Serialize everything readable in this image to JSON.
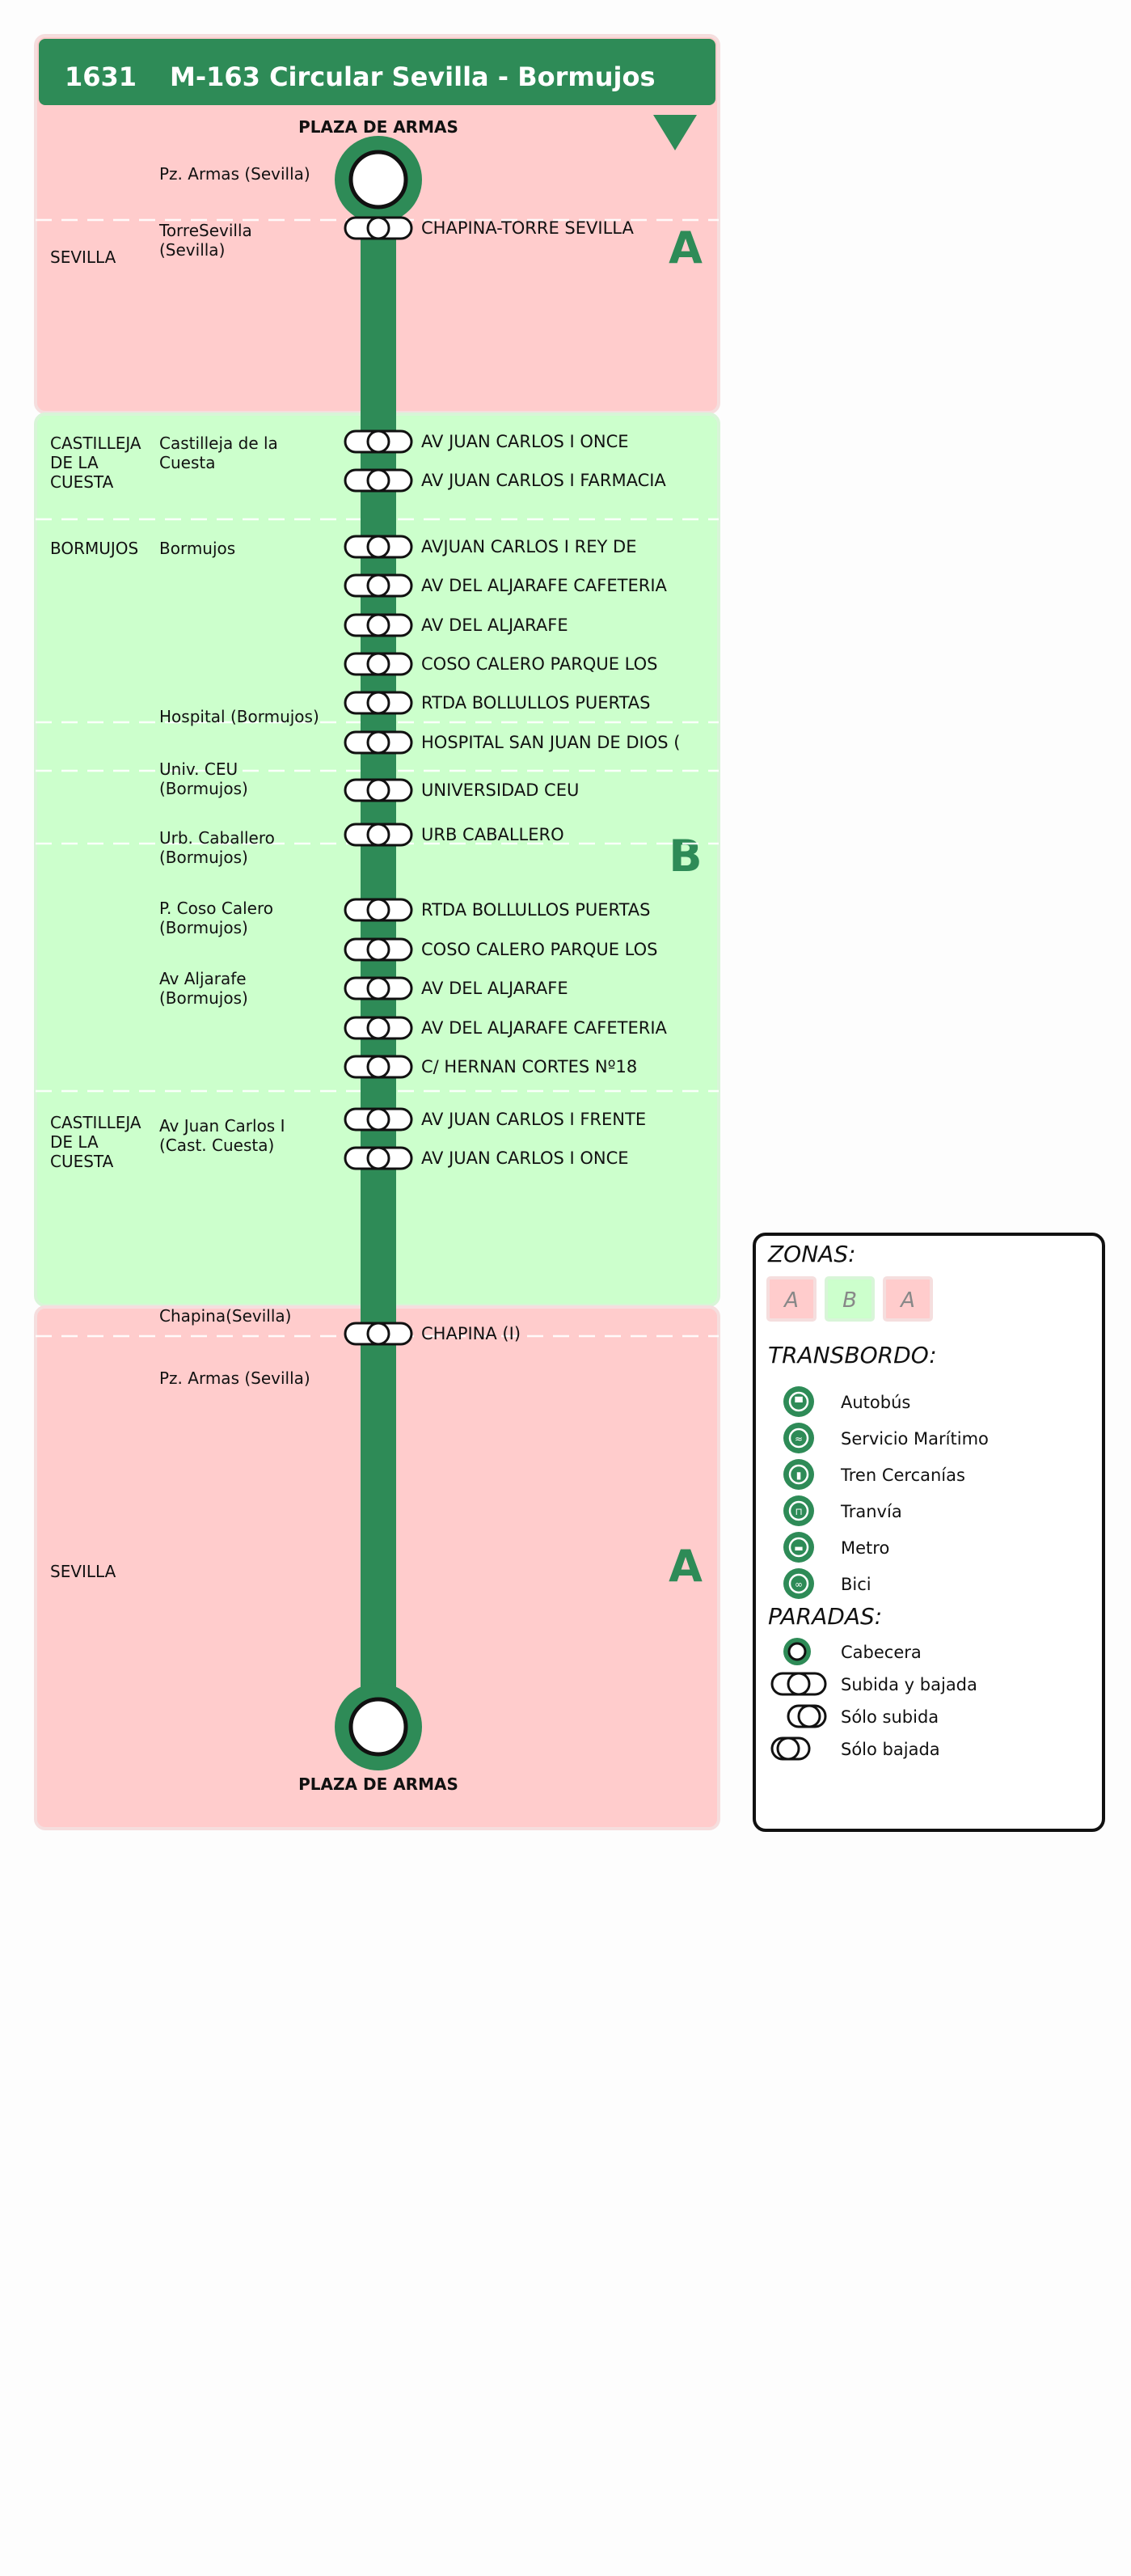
{
  "colors": {
    "brand": "#2e8b57",
    "zone_a": "#ffcccc",
    "zone_a_border": "#f5dede",
    "zone_b": "#ccffcc",
    "zone_b_border": "#d8f5d8",
    "legend_border": "#111111"
  },
  "header": {
    "line_number": "1631",
    "line_name": "M-163 Circular Sevilla - Bormujos"
  },
  "direction_icon": "down-triangle-icon",
  "terminus_top": "PLAZA DE ARMAS",
  "terminus_bottom": "PLAZA DE ARMAS",
  "zones": [
    {
      "label": "A"
    },
    {
      "label": "B"
    },
    {
      "label": "A"
    }
  ],
  "municipalities": [
    {
      "name": "SEVILLA"
    },
    {
      "name": "CASTILLEJA\nDE LA\nCUESTA"
    },
    {
      "name": "BORMUJOS"
    },
    {
      "name": "CASTILLEJA\nDE LA\nCUESTA"
    },
    {
      "name": "SEVILLA"
    }
  ],
  "stop_groups": [
    {
      "name": "Pz. Armas (Sevilla)"
    },
    {
      "name": "TorreSevilla\n(Sevilla)"
    },
    {
      "name": "Castilleja de la\nCuesta"
    },
    {
      "name": "Bormujos"
    },
    {
      "name": "Hospital (Bormujos)"
    },
    {
      "name": "Univ. CEU\n(Bormujos)"
    },
    {
      "name": "Urb. Caballero\n(Bormujos)"
    },
    {
      "name": "P. Coso Calero\n(Bormujos)"
    },
    {
      "name": "Av Aljarafe\n(Bormujos)"
    },
    {
      "name": "Av Juan Carlos I\n(Cast. Cuesta)"
    },
    {
      "name": "Chapina(Sevilla)"
    },
    {
      "name": "Pz. Armas (Sevilla)"
    }
  ],
  "stops": [
    {
      "name": "CHAPINA-TORRE SEVILLA",
      "type": "both"
    },
    {
      "name": "AV JUAN CARLOS I ONCE",
      "type": "both"
    },
    {
      "name": "AV JUAN CARLOS I FARMACIA",
      "type": "both"
    },
    {
      "name": "AVJUAN CARLOS I REY DE",
      "type": "both"
    },
    {
      "name": "AV DEL ALJARAFE CAFETERIA",
      "type": "both"
    },
    {
      "name": "AV DEL ALJARAFE",
      "type": "both"
    },
    {
      "name": "COSO CALERO PARQUE LOS",
      "type": "both"
    },
    {
      "name": "RTDA BOLLULLOS PUERTAS",
      "type": "both"
    },
    {
      "name": "HOSPITAL SAN JUAN DE DIOS (",
      "type": "both"
    },
    {
      "name": "UNIVERSIDAD CEU",
      "type": "both"
    },
    {
      "name": "URB CABALLERO",
      "type": "both"
    },
    {
      "name": "RTDA BOLLULLOS PUERTAS",
      "type": "both"
    },
    {
      "name": "COSO CALERO PARQUE LOS",
      "type": "both"
    },
    {
      "name": "AV DEL ALJARAFE",
      "type": "both"
    },
    {
      "name": "AV DEL ALJARAFE CAFETERIA",
      "type": "both"
    },
    {
      "name": "C/ HERNAN CORTES Nº18",
      "type": "both"
    },
    {
      "name": "AV JUAN CARLOS I FRENTE",
      "type": "both"
    },
    {
      "name": "AV JUAN CARLOS I ONCE",
      "type": "both"
    },
    {
      "name": "CHAPINA (I)",
      "type": "both"
    }
  ],
  "legend": {
    "zones_title": "ZONAS:",
    "zone_chips": [
      {
        "label": "A",
        "zone": "a"
      },
      {
        "label": "B",
        "zone": "b"
      },
      {
        "label": "A",
        "zone": "a"
      }
    ],
    "transfer_title": "TRANSBORDO:",
    "transfers": [
      {
        "label": "Autobús",
        "icon": "bus-icon"
      },
      {
        "label": "Servicio Marítimo",
        "icon": "ferry-icon"
      },
      {
        "label": "Tren Cercanías",
        "icon": "train-icon"
      },
      {
        "label": "Tranvía",
        "icon": "tram-icon"
      },
      {
        "label": "Metro",
        "icon": "metro-icon"
      },
      {
        "label": "Bici",
        "icon": "bike-icon"
      }
    ],
    "stops_title": "PARADAS:",
    "stop_types": [
      {
        "label": "Cabecera",
        "type": "terminus"
      },
      {
        "label": "Subida y bajada",
        "type": "both"
      },
      {
        "label": "Sólo subida",
        "type": "board"
      },
      {
        "label": "Sólo bajada",
        "type": "alight"
      }
    ]
  }
}
